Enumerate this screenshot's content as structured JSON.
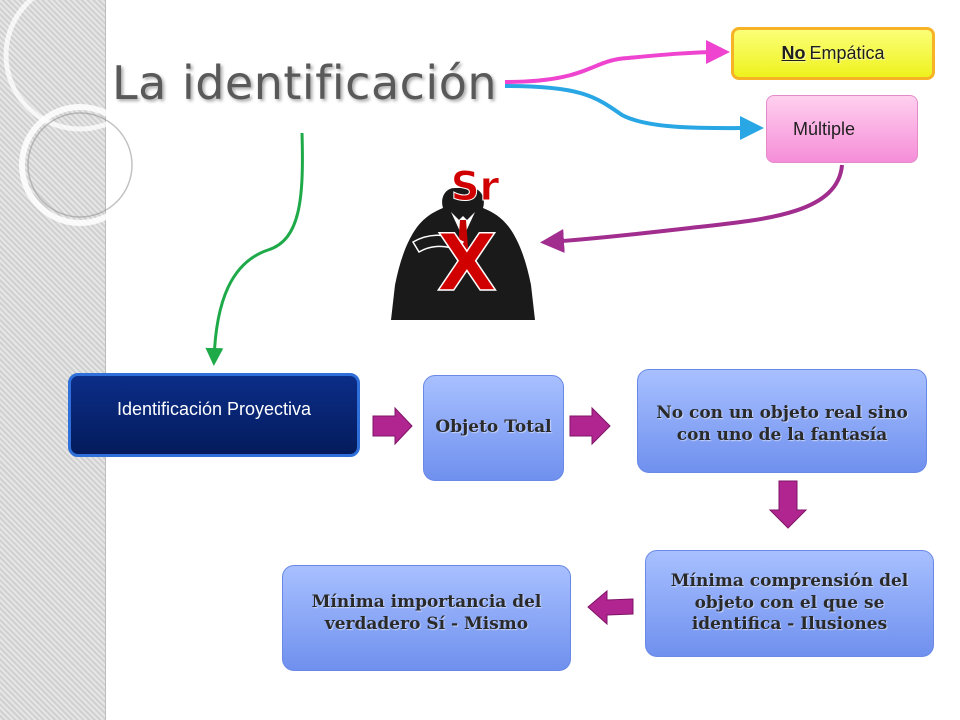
{
  "title": "La identificación",
  "branches": {
    "no_empatica": {
      "no_word": "No",
      "rest": "Empática"
    },
    "multiple": "Múltiple"
  },
  "logo": {
    "text_top": "Sr",
    "text_bottom": "X"
  },
  "flow": {
    "identificacion_proyectiva": "Identificación Proyectiva",
    "objeto_total": "Objeto Total",
    "no_con_objeto_real": "No con un objeto real sino con uno de la fantasía",
    "minima_comprension": "Mínima comprensión del objeto con el que se identifica - Ilusiones",
    "minima_importancia": "Mínima importancia del verdadero Sí - Mismo"
  },
  "colors": {
    "pink_connector": "#ee44cf",
    "cyan_connector": "#29a6e4",
    "purple_connector": "#a12d8e",
    "green_connector": "#1faa4a",
    "block_arrow": "#b0258f",
    "title_text": "#595959",
    "blue_box": "#7f9cf3",
    "navy_box": "#06226a"
  }
}
